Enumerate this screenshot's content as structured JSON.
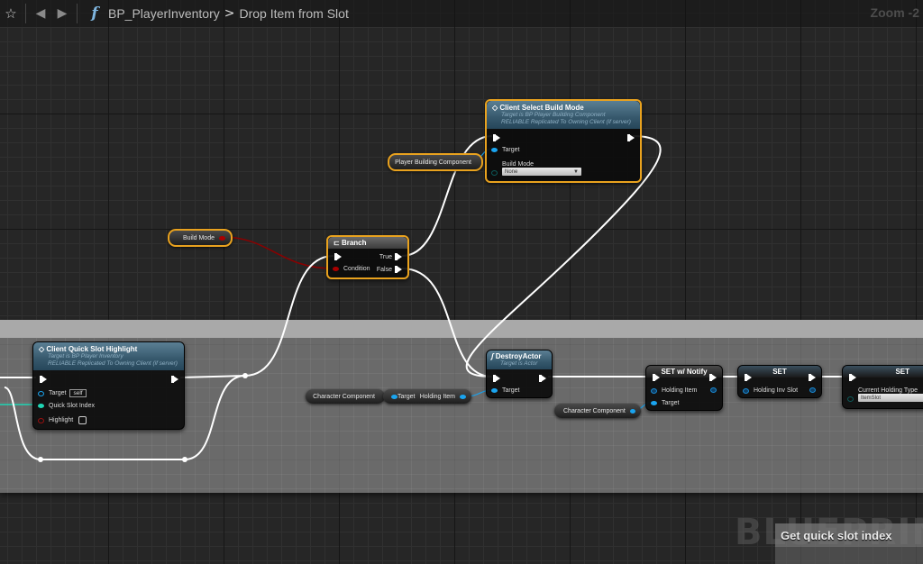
{
  "toolbar": {
    "favorite_icon": "star-icon",
    "back_icon": "arrow-left-icon",
    "forward_icon": "arrow-right-icon",
    "function_icon": "f",
    "breadcrumb": [
      "BP_PlayerInventory",
      "Drop Item from Slot"
    ],
    "breadcrumb_separator": ">",
    "zoom": "Zoom -2"
  },
  "colors": {
    "selection": "#e9a21e",
    "object_pin": "#1aa4ef",
    "int_pin": "#1fd6b4",
    "bool_pin": "#a00000",
    "exec_wire": "#ffffff",
    "comment_header": "#a9a9a9"
  },
  "nodes": {
    "client_select_build_mode": {
      "title": "Client Select Build Mode",
      "subtitle1": "Target is BP Player Building Component",
      "subtitle2": "RELIABLE Replicated To Owning Client (if server)",
      "pin_target": "Target",
      "pin_build_mode": "Build Mode",
      "build_mode_value": "None"
    },
    "player_building_component": {
      "label": "Player Building Component"
    },
    "build_mode_var": {
      "label": "Build Mode"
    },
    "branch": {
      "title": "Branch",
      "pin_condition": "Condition",
      "pin_true": "True",
      "pin_false": "False"
    },
    "client_quick_slot_highlight": {
      "title": "Client Quick Slot Highlight",
      "subtitle1": "Target is BP Player Inventory",
      "subtitle2": "RELIABLE Replicated To Owning Client (if server)",
      "pin_target": "Target",
      "target_value": "self",
      "pin_quick_slot_index": "Quick Slot Index",
      "pin_highlight": "Highlight",
      "highlight_checked": false
    },
    "character_component_1": {
      "label": "Character Component"
    },
    "holding_item_get": {
      "pin_target": "Target",
      "pin_output": "Holding Item"
    },
    "destroy_actor": {
      "title": "DestroyActor",
      "subtitle": "Target is Actor",
      "pin_target": "Target"
    },
    "character_component_2": {
      "label": "Character Component"
    },
    "set_w_notify": {
      "title": "SET w/ Notify",
      "pin_holding_item": "Holding Item",
      "pin_target": "Target"
    },
    "set_holding_inv_slot": {
      "title": "SET",
      "pin_holding_inv_slot": "Holding Inv Slot"
    },
    "set_current_holding_type": {
      "title": "SET",
      "pin_current_holding_type": "Current Holding Type",
      "value": "ItemSlot"
    }
  },
  "overlay": {
    "watermark": "BLUEPRINT",
    "tooltip": "Get quick slot index"
  }
}
